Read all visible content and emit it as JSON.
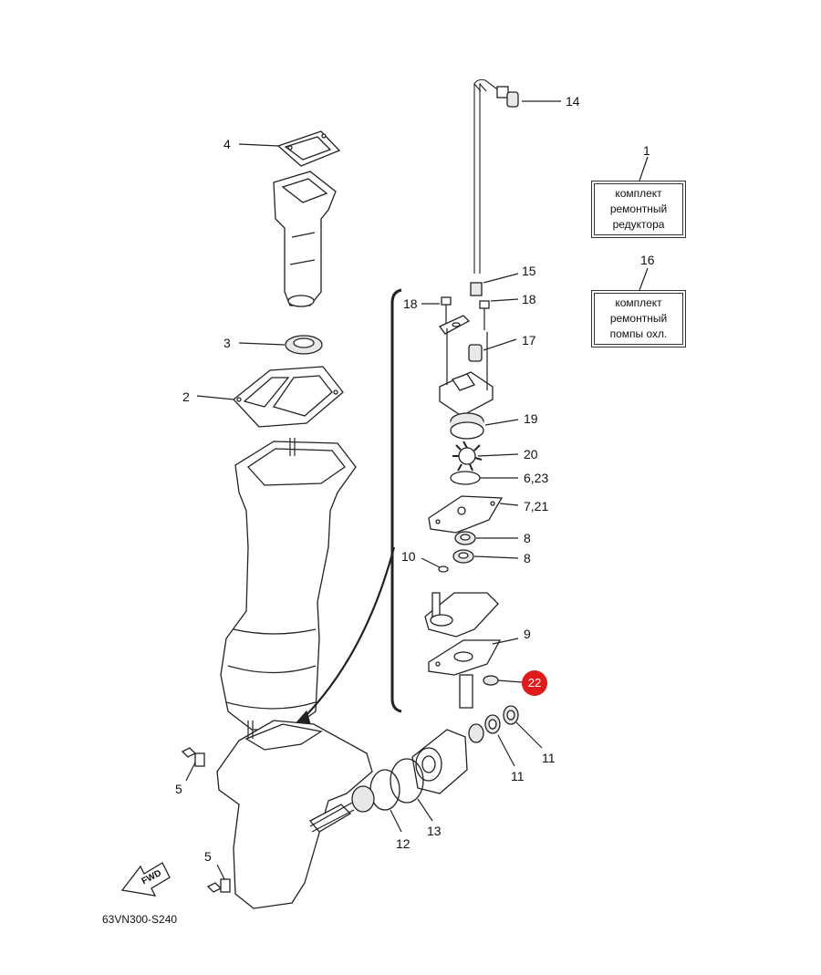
{
  "diagram": {
    "callouts": {
      "c1": "1",
      "c2": "2",
      "c3": "3",
      "c4": "4",
      "c5a": "5",
      "c5b": "5",
      "c10": "10",
      "c11a": "11",
      "c11b": "11",
      "c12": "12",
      "c13": "13",
      "c14": "14",
      "c15": "15",
      "c16": "16",
      "c17": "17",
      "c18a": "18",
      "c18b": "18",
      "c19": "19",
      "c20": "20",
      "c623": "6,23",
      "c721": "7,21",
      "c8a": "8",
      "c8b": "8",
      "c9": "9"
    },
    "kits": {
      "gearcase": {
        "lines": [
          "комплект",
          "ремонтный",
          "редуктора"
        ]
      },
      "pump": {
        "lines": [
          "комплект",
          "ремонтный",
          "помпы охл."
        ]
      }
    },
    "highlight": {
      "label": "22",
      "color": "#e01b1b"
    },
    "fwd_label": "FWD",
    "diagram_code": "63VN300-S240"
  }
}
